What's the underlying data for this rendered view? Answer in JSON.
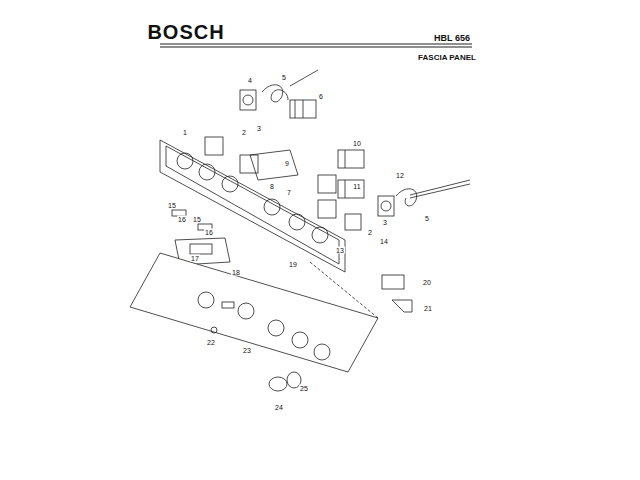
{
  "diagram": {
    "labels": [
      "BOSCH",
      "HBL 656",
      "FASCIA PANEL",
      "4",
      "5",
      "6",
      "2",
      "3",
      "1",
      "9",
      "8",
      "7",
      "10",
      "11",
      "12",
      "13",
      "14",
      "2",
      "3",
      "5",
      "15",
      "16",
      "15",
      "16",
      "17",
      "18",
      "19",
      "20",
      "21",
      "22",
      "23",
      "24",
      "25"
    ]
  }
}
